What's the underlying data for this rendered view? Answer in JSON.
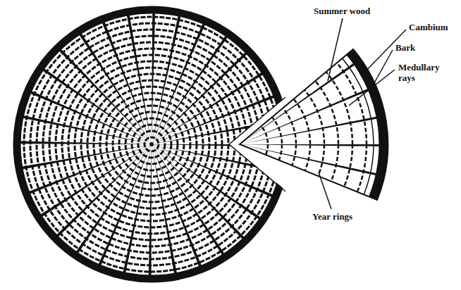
{
  "diagram": {
    "labels": [
      "Summer wood",
      "Cambium",
      "Bark",
      "Medullary rays",
      "Year rings"
    ]
  }
}
